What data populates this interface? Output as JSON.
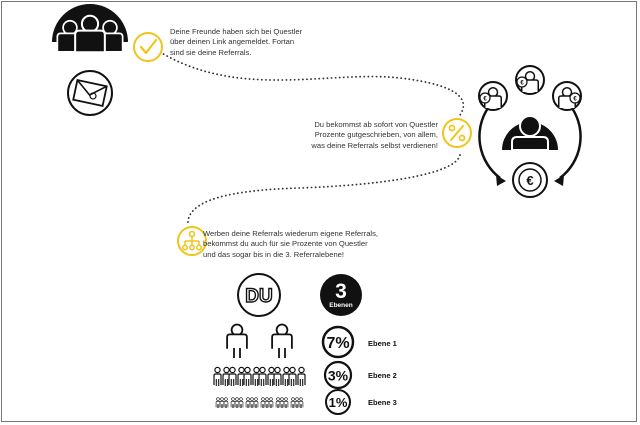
{
  "step1": {
    "text": "Deine Freunde haben sich bei Questler\nüber deinen Link angemeldet. Fortan\nsind sie deine Referrals."
  },
  "step2": {
    "text": "Du bekommst ab sofort von Questler\nProzente gutgeschrieben, von allem,\nwas deine Referrals selbst verdienen!"
  },
  "step3": {
    "text": "Werben deine Referrals wiederum eigene Referrals,\nbekommst du auch für sie Prozente von Questler\nund das sogar bis in die 3. Referralebene!"
  },
  "icons": {
    "step1": "check-icon",
    "step2": "percent-icon",
    "step3": "network-icon",
    "mail": "envelope-icon",
    "euro": "euro-icon"
  },
  "badges": {
    "du": "DU",
    "levels_number": "3",
    "levels_label": "Ebenen"
  },
  "levels": [
    {
      "percent": "7%",
      "label": "Ebene 1"
    },
    {
      "percent": "3%",
      "label": "Ebene 2"
    },
    {
      "percent": "1%",
      "label": "Ebene 3"
    }
  ],
  "colors": {
    "accent": "#f0c419",
    "dark": "#111111",
    "text": "#333333"
  }
}
